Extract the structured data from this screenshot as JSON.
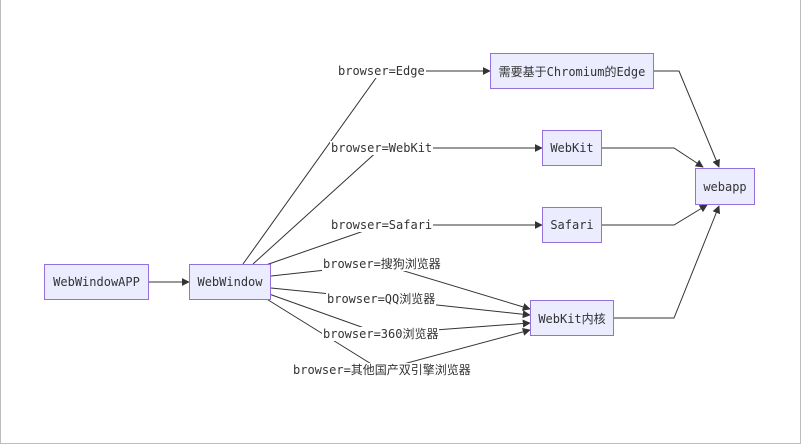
{
  "nodes": {
    "webwindowapp": "WebWindowAPP",
    "webwindow": "WebWindow",
    "edge_chromium": "需要基于Chromium的Edge",
    "webkit": "WebKit",
    "safari": "Safari",
    "webkit_core": "WebKit内核",
    "webapp": "webapp"
  },
  "edges": {
    "edge": "browser=Edge",
    "webkit": "browser=WebKit",
    "safari": "browser=Safari",
    "sogou": "browser=搜狗浏览器",
    "qq": "browser=QQ浏览器",
    "b360": "browser=360浏览器",
    "other": "browser=其他国产双引擎浏览器"
  },
  "colors": {
    "node_fill": "#ECECFF",
    "node_border": "#9370DB",
    "edge_stroke": "#333333",
    "text": "#333333"
  }
}
